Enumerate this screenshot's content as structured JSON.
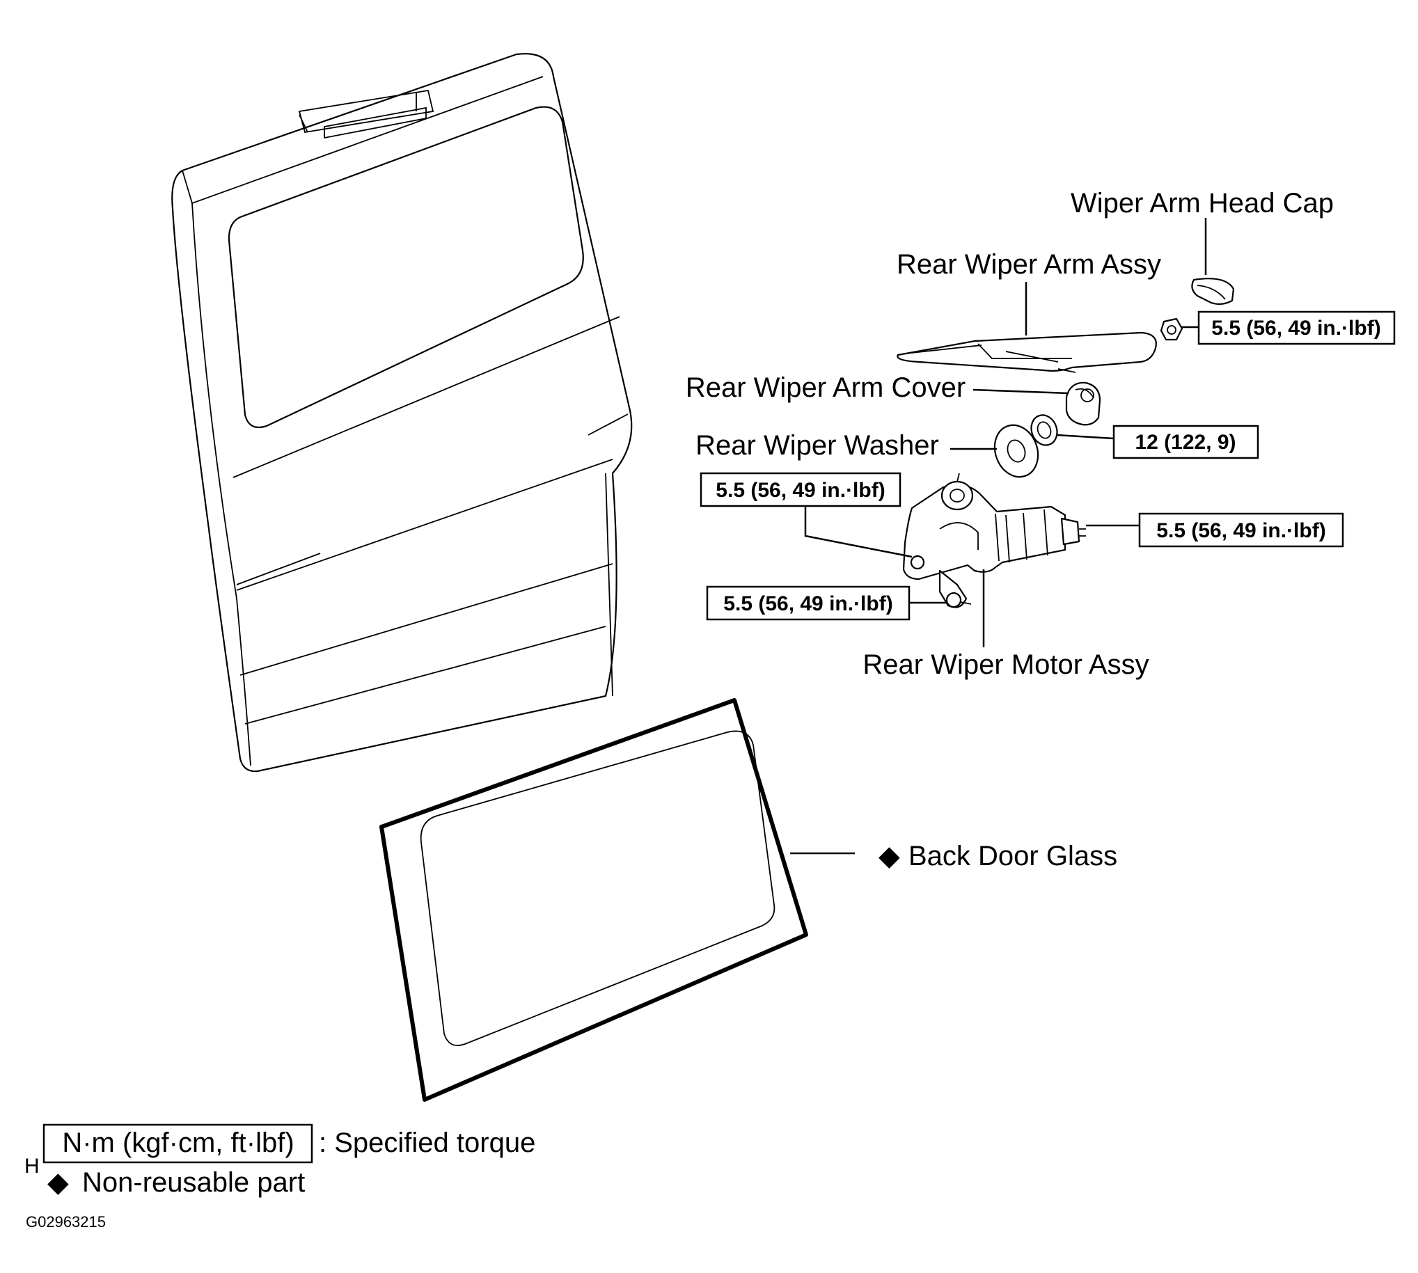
{
  "callouts": {
    "wiper_arm_head_cap": "Wiper Arm Head Cap",
    "rear_wiper_arm_assy": "Rear Wiper Arm Assy",
    "rear_wiper_arm_cover": "Rear Wiper Arm Cover",
    "rear_wiper_washer": "Rear Wiper Washer",
    "rear_wiper_motor_assy": "Rear Wiper Motor Assy",
    "back_door_glass": "Back Door Glass"
  },
  "torque_specs": {
    "arm_nut": "5.5 (56, 49 in.·lbf)",
    "pivot_nut": "12 (122, 9)",
    "motor_bolt_upper_left": "5.5 (56, 49 in.·lbf)",
    "motor_bolt_right": "5.5 (56, 49 in.·lbf)",
    "motor_bolt_lower_left": "5.5 (56, 49 in.·lbf)"
  },
  "legend": {
    "torque_unit": "N·m (kgf·cm, ft·lbf)",
    "torque_desc": ": Specified torque",
    "non_reusable_symbol": "◆",
    "non_reusable_desc": "Non-reusable part",
    "marker": "H"
  },
  "non_reusable_mark": "◆",
  "figure_code": "G02963215"
}
